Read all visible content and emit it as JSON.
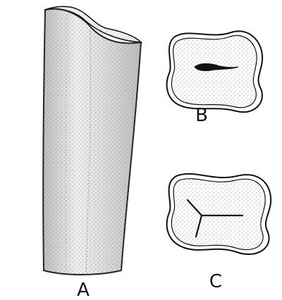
{
  "figure": {
    "labels": {
      "a": "A",
      "b": "B",
      "c": "C"
    },
    "colors": {
      "ink": "#111111",
      "stipple": "#6b6b6b",
      "shade_light": "#e6e6e6",
      "shade_dark": "#bdbdbd",
      "background": "#ffffff"
    }
  }
}
